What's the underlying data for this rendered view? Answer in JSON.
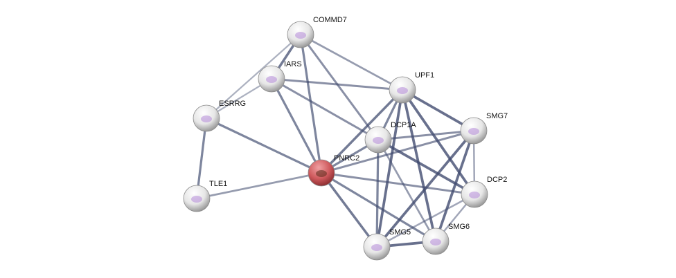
{
  "colors": {
    "edge": "#3f4a6e",
    "node": "#e8e8e8",
    "query_node": "#c9474b"
  },
  "nodes": [
    {
      "id": "COMMD7",
      "label": "COMMD7",
      "query": false
    },
    {
      "id": "IARS",
      "label": "IARS",
      "query": false
    },
    {
      "id": "ESRRG",
      "label": "ESRRG",
      "query": false
    },
    {
      "id": "TLE1",
      "label": "TLE1",
      "query": false
    },
    {
      "id": "PNRC2",
      "label": "PNRC2",
      "query": true
    },
    {
      "id": "UPF1",
      "label": "UPF1",
      "query": false
    },
    {
      "id": "DCP1A",
      "label": "DCP1A",
      "query": false
    },
    {
      "id": "SMG7",
      "label": "SMG7",
      "query": false
    },
    {
      "id": "DCP2",
      "label": "DCP2",
      "query": false
    },
    {
      "id": "SMG6",
      "label": "SMG6",
      "query": false
    },
    {
      "id": "SMG5",
      "label": "SMG5",
      "query": false
    }
  ],
  "edges": [
    [
      "COMMD7",
      "IARS",
      0.8
    ],
    [
      "COMMD7",
      "ESRRG",
      0.3
    ],
    [
      "COMMD7",
      "PNRC2",
      0.7
    ],
    [
      "COMMD7",
      "DCP1A",
      0.6
    ],
    [
      "COMMD7",
      "UPF1",
      0.5
    ],
    [
      "IARS",
      "ESRRG",
      0.3
    ],
    [
      "IARS",
      "UPF1",
      0.6
    ],
    [
      "IARS",
      "DCP1A",
      0.6
    ],
    [
      "IARS",
      "PNRC2",
      0.7
    ],
    [
      "ESRRG",
      "TLE1",
      0.7
    ],
    [
      "ESRRG",
      "PNRC2",
      0.7
    ],
    [
      "TLE1",
      "PNRC2",
      0.5
    ],
    [
      "PNRC2",
      "UPF1",
      0.8
    ],
    [
      "PNRC2",
      "DCP1A",
      0.7
    ],
    [
      "PNRC2",
      "SMG7",
      0.6
    ],
    [
      "PNRC2",
      "DCP2",
      0.6
    ],
    [
      "PNRC2",
      "SMG5",
      0.8
    ],
    [
      "PNRC2",
      "SMG6",
      0.7
    ],
    [
      "UPF1",
      "SMG7",
      0.9
    ],
    [
      "UPF1",
      "DCP2",
      0.9
    ],
    [
      "UPF1",
      "SMG5",
      0.9
    ],
    [
      "UPF1",
      "SMG6",
      0.9
    ],
    [
      "UPF1",
      "DCP1A",
      0.7
    ],
    [
      "DCP1A",
      "SMG7",
      0.6
    ],
    [
      "DCP1A",
      "DCP2",
      0.9
    ],
    [
      "DCP1A",
      "SMG5",
      0.7
    ],
    [
      "DCP1A",
      "SMG6",
      0.5
    ],
    [
      "SMG7",
      "SMG5",
      0.9
    ],
    [
      "SMG7",
      "SMG6",
      0.9
    ],
    [
      "SMG7",
      "DCP2",
      0.4
    ],
    [
      "DCP2",
      "SMG5",
      0.4
    ],
    [
      "DCP2",
      "SMG6",
      0.4
    ],
    [
      "SMG5",
      "SMG6",
      0.9
    ]
  ]
}
